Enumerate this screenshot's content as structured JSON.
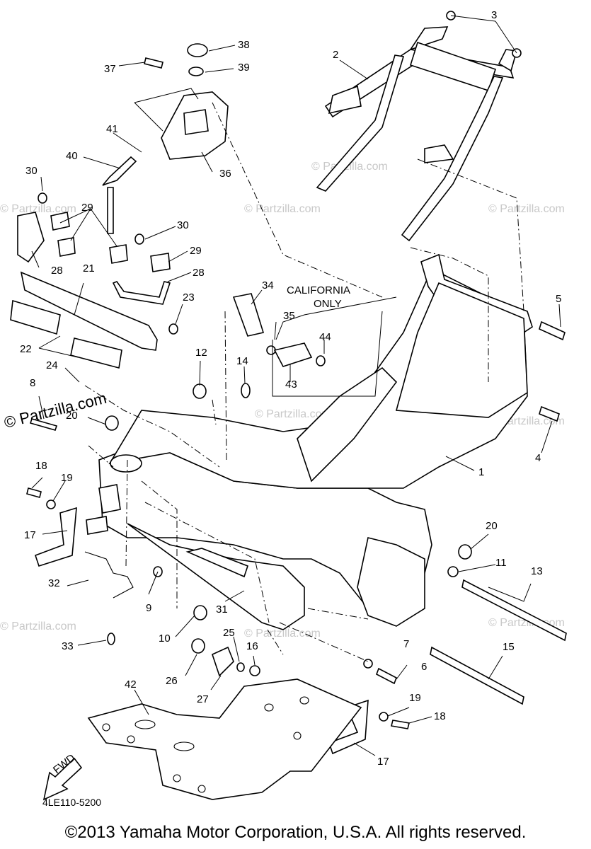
{
  "diagram": {
    "diagram_code": "4LE110-5200",
    "copyright": "©2013 Yamaha Motor Corporation, U.S.A. All rights reserved.",
    "watermark": "© Partzilla.com",
    "watermark_small": "© Partzilla.com",
    "california_note": [
      "CALIFORNIA",
      "ONLY"
    ],
    "fwd_label": "FWD",
    "callouts": [
      "1",
      "2",
      "3",
      "4",
      "5",
      "7",
      "6",
      "8",
      "9",
      "10",
      "11",
      "12",
      "13",
      "14",
      "15",
      "16",
      "17",
      "17",
      "18",
      "18",
      "19",
      "19",
      "20",
      "20",
      "21",
      "22",
      "23",
      "24",
      "25",
      "26",
      "27",
      "28",
      "28",
      "29",
      "29",
      "30",
      "30",
      "31",
      "32",
      "33",
      "34",
      "35",
      "36",
      "37",
      "38",
      "39",
      "40",
      "41",
      "42",
      "43",
      "44"
    ]
  }
}
